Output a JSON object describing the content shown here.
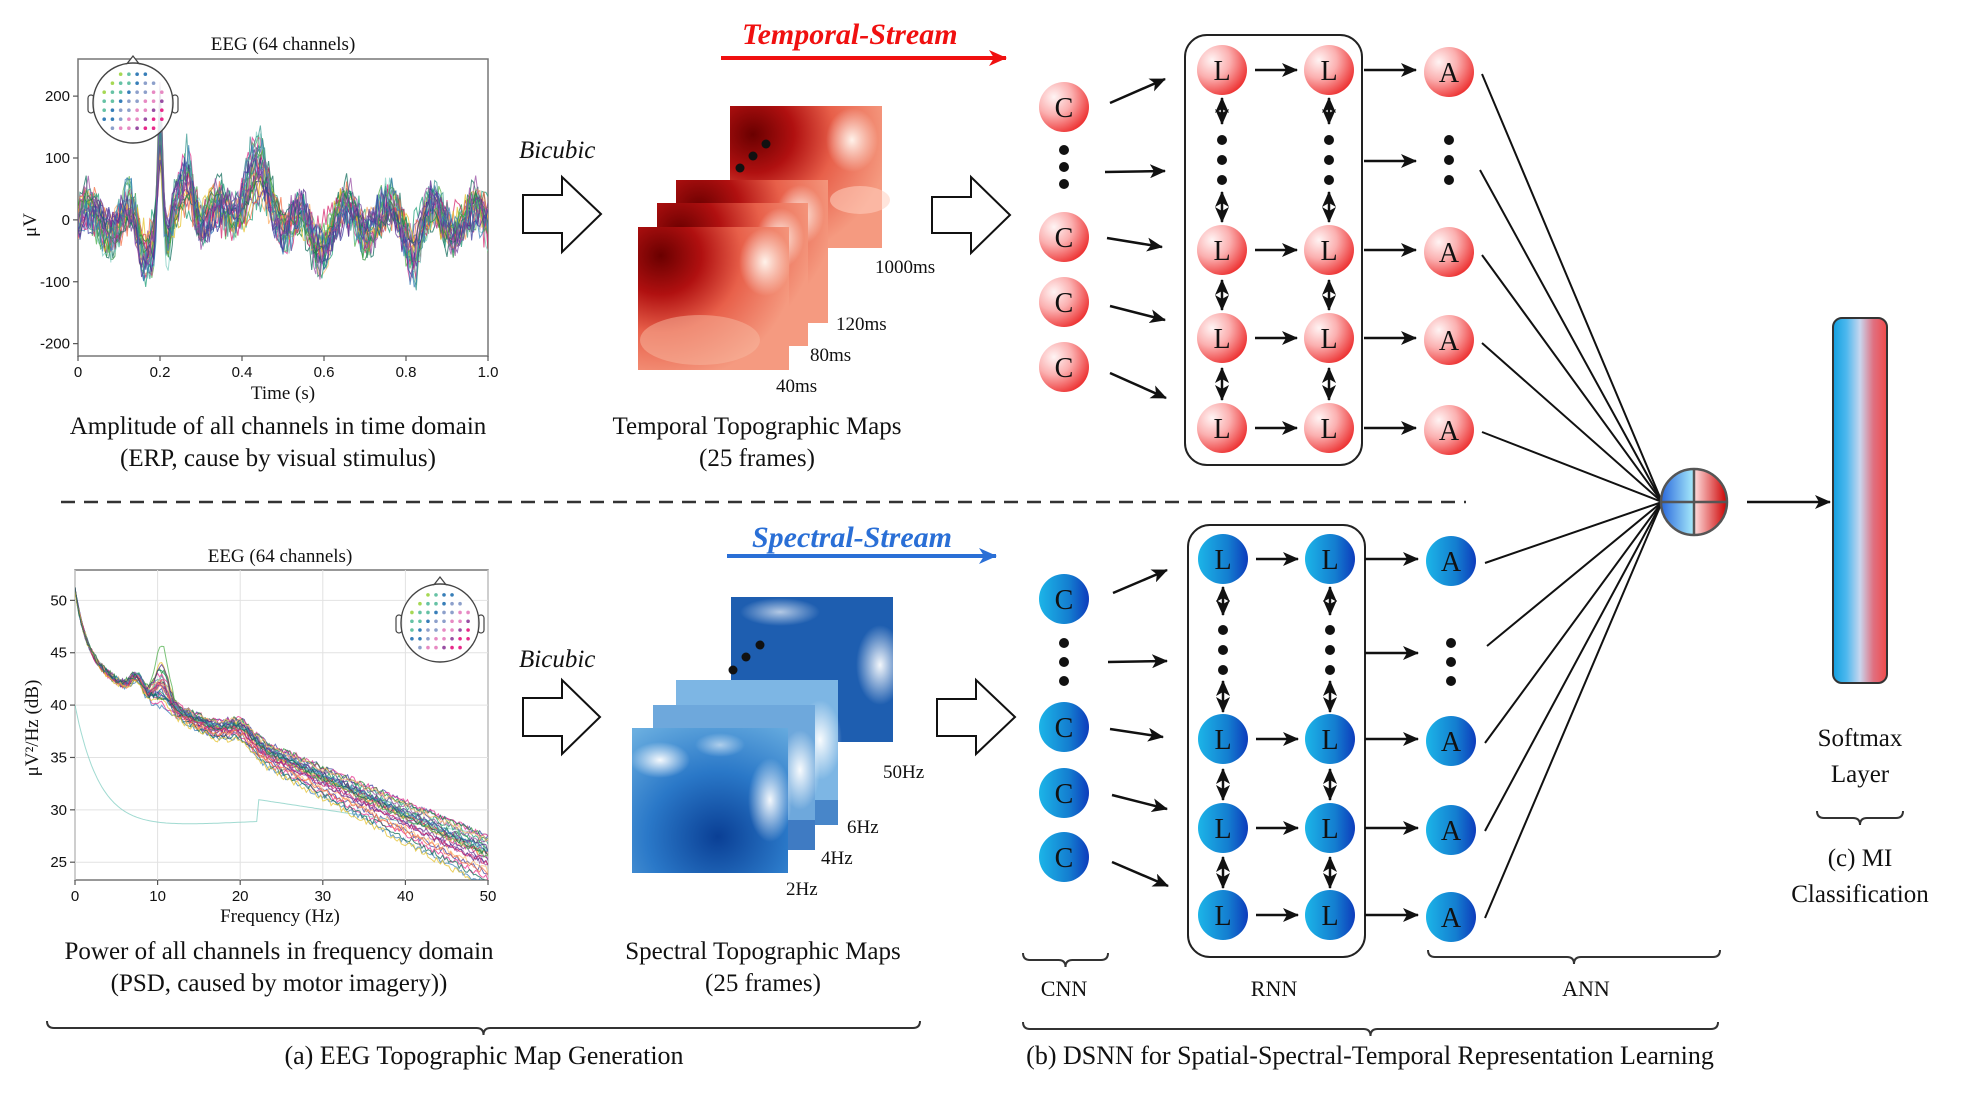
{
  "figure": {
    "top_plot": {
      "title": "EEG (64 channels)",
      "ylabel": "μV",
      "xlabel": "Time (s)",
      "yticks": [
        "200",
        "100",
        "0",
        "-100",
        "-200"
      ],
      "ytick_values": [
        200,
        100,
        0,
        -100,
        -200
      ],
      "xticks": [
        "0",
        "0.2",
        "0.4",
        "0.6",
        "0.8",
        "1.0"
      ],
      "xtick_values": [
        0,
        0.2,
        0.4,
        0.6,
        0.8,
        1.0
      ],
      "xlim": [
        0,
        1.0
      ],
      "ylim": [
        -220,
        260
      ],
      "caption_line1": "Amplitude of all channels in time domain",
      "caption_line2": "(ERP, cause by visual stimulus)"
    },
    "bottom_plot": {
      "title": "EEG (64 channels)",
      "ylabel": "μV²/Hz (dB)",
      "xlabel": "Frequency (Hz)",
      "yticks": [
        "50",
        "45",
        "40",
        "35",
        "30",
        "25"
      ],
      "ytick_values": [
        50,
        45,
        40,
        35,
        30,
        25
      ],
      "xticks": [
        "0",
        "10",
        "20",
        "30",
        "40",
        "50"
      ],
      "xtick_values": [
        0,
        10,
        20,
        30,
        40,
        50
      ],
      "xlim": [
        0,
        50
      ],
      "ylim": [
        23.3,
        52.9
      ],
      "caption_line1": "Power of all channels in frequency domain",
      "caption_line2": "(PSD, caused by motor imagery))"
    },
    "interp_label_top": "Bicubic",
    "interp_label_bottom": "Bicubic",
    "temporal_maps": {
      "frame_labels": [
        "40ms",
        "80ms",
        "120ms",
        "1000ms"
      ],
      "caption_line1": "Temporal Topographic Maps",
      "caption_line2": "(25 frames)"
    },
    "spectral_maps": {
      "frame_labels": [
        "2Hz",
        "4Hz",
        "6Hz",
        "50Hz"
      ],
      "caption_line1": "Spectral Topographic Maps",
      "caption_line2": "(25 frames)"
    },
    "temporal_stream_label": "Temporal-Stream",
    "spectral_stream_label": "Spectral-Stream",
    "node_letters": {
      "cnn": "C",
      "rnn": "L",
      "ann": "A"
    },
    "layer_labels": {
      "cnn": "CNN",
      "rnn": "RNN",
      "ann": "ANN"
    },
    "softmax_label_line1": "Softmax",
    "softmax_label_line2": "Layer",
    "section_c_line1": "(c) MI",
    "section_c_line2": "Classification",
    "section_a": "(a) EEG Topographic Map Generation",
    "section_b": "(b) DSNN for Spatial-Spectral-Temporal Representation Learning",
    "colors": {
      "temporal": "#f01010",
      "spectral": "#2a6fd6",
      "red_node_light": "#fde4e4",
      "red_node_dark": "#f03a3a",
      "blue_node_light": "#1bb3e6",
      "blue_node_dark": "#1040c0"
    }
  }
}
